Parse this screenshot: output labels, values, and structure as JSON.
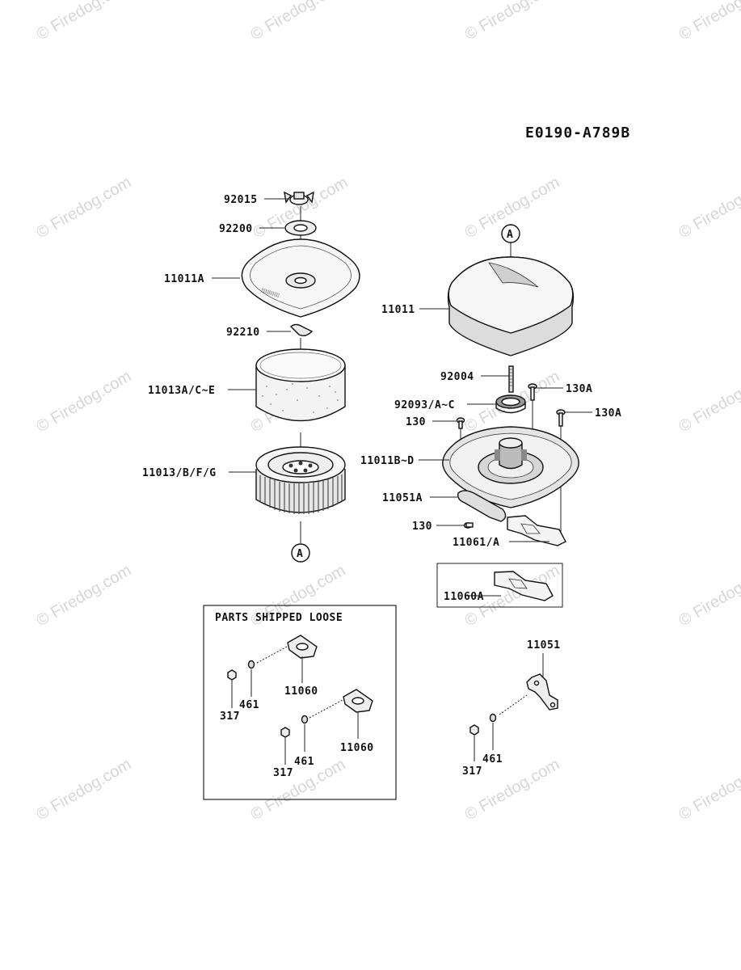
{
  "diagram_code": "E0190-A789B",
  "watermark": "© Firedog.com",
  "loose_box_title": "PARTS SHIPPED LOOSE",
  "ref_marker": "A",
  "labels": {
    "p92015": "92015",
    "p92200": "92200",
    "p11011A": "11011A",
    "p92210": "92210",
    "p11013A": "11013A/C~E",
    "p11013": "11013/B/F/G",
    "p11011": "11011",
    "p92004": "92004",
    "p130A_1": "130A",
    "p130A_2": "130A",
    "p92093": "92093/A~C",
    "p130_1": "130",
    "p11011B": "11011B~D",
    "p11051A": "11051A",
    "p130_2": "130",
    "p11061": "11061/A",
    "p11060A": "11060A",
    "p11051": "11051",
    "p461_1": "461",
    "p317_1": "317",
    "p11060_1": "11060",
    "p461_2": "461",
    "p317_2": "317",
    "p11060_2": "11060",
    "p461_3": "461",
    "p317_3": "317"
  }
}
